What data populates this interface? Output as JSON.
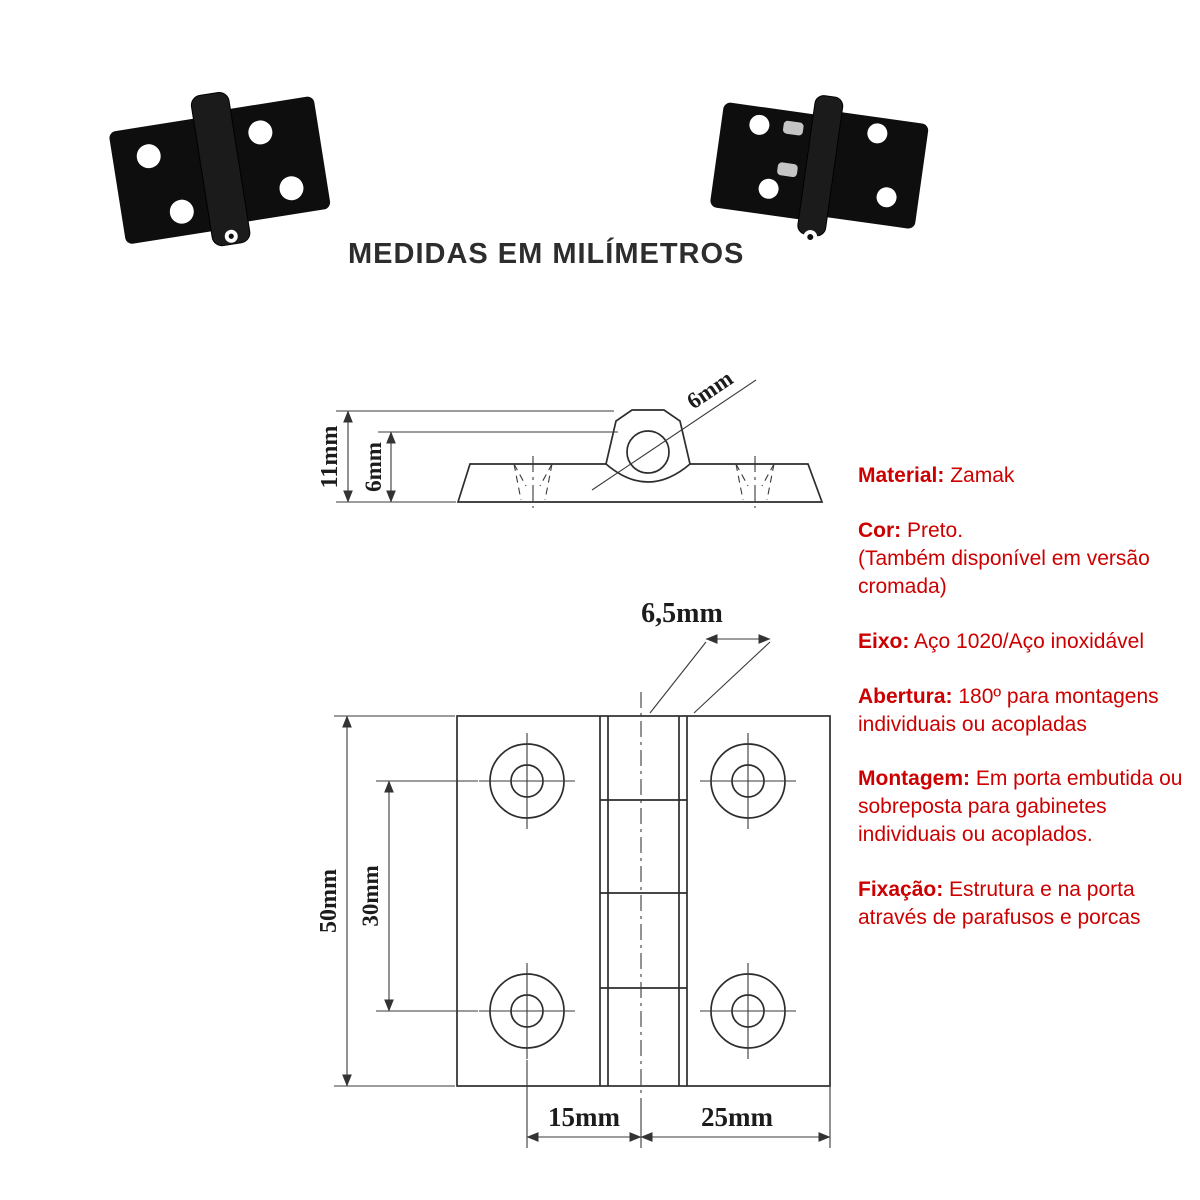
{
  "title": "MEDIDAS EM MILÍMETROS",
  "colors": {
    "spec_red": "#cc0000",
    "line": "#2d2d2d",
    "hinge_black": "#0e0e0e"
  },
  "side_view": {
    "dim_total_height": "11mm",
    "dim_inner_height": "6mm",
    "dim_hole_diameter": "6mm"
  },
  "front_view": {
    "dim_knuckle_width": "6,5mm",
    "dim_plate_height": "50mm",
    "dim_hole_spacing_vertical": "30mm",
    "dim_hole_to_center": "15mm",
    "dim_center_to_edge": "25mm"
  },
  "specs": [
    {
      "label": "Material:",
      "text": " Zamak"
    },
    {
      "label": "Cor:",
      "text": " Preto.\n(Também disponível em versão cromada)"
    },
    {
      "label": "Eixo:",
      "text": " Aço 1020/Aço inoxidável"
    },
    {
      "label": "Abertura:",
      "text": " 180º para montagens individuais ou acopladas"
    },
    {
      "label": "Montagem:",
      "text": " Em porta embutida ou sobreposta para gabinetes individuais ou acoplados."
    },
    {
      "label": "Fixação:",
      "text": " Estrutura e na porta através de parafusos e porcas"
    }
  ]
}
